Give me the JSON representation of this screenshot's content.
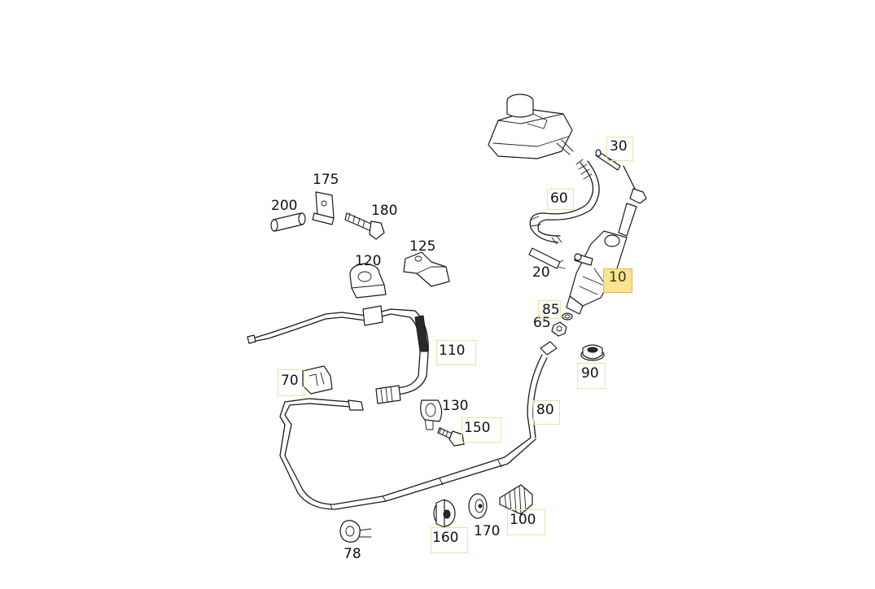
{
  "diagram": {
    "callouts": [
      {
        "id": "10",
        "label": "10",
        "active": true
      },
      {
        "id": "20",
        "label": "20"
      },
      {
        "id": "30",
        "label": "30"
      },
      {
        "id": "60",
        "label": "60"
      },
      {
        "id": "65",
        "label": "65"
      },
      {
        "id": "70",
        "label": "70"
      },
      {
        "id": "78",
        "label": "78"
      },
      {
        "id": "80",
        "label": "80"
      },
      {
        "id": "85",
        "label": "85"
      },
      {
        "id": "90",
        "label": "90"
      },
      {
        "id": "100",
        "label": "100"
      },
      {
        "id": "110",
        "label": "110"
      },
      {
        "id": "120",
        "label": "120"
      },
      {
        "id": "125",
        "label": "125"
      },
      {
        "id": "130",
        "label": "130"
      },
      {
        "id": "150",
        "label": "150"
      },
      {
        "id": "160",
        "label": "160"
      },
      {
        "id": "170",
        "label": "170"
      },
      {
        "id": "175",
        "label": "175"
      },
      {
        "id": "180",
        "label": "180"
      },
      {
        "id": "200",
        "label": "200"
      }
    ],
    "highlight_color": "#fbe38f",
    "box_border_color": "#f1dfa0"
  }
}
